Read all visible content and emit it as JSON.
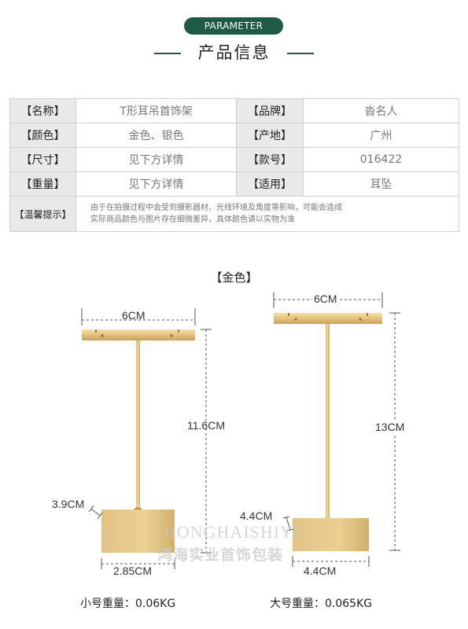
{
  "header": {
    "badge": "PARAMETER",
    "title": "产品信息",
    "accent_color": "#1e5a44"
  },
  "params": {
    "rows": [
      {
        "label1": "【名称】",
        "value1": "T形耳吊首饰架",
        "label2": "【品牌】",
        "value2": "沓名人"
      },
      {
        "label1": "【颜色】",
        "value1": "金色、银色",
        "label2": "【产地】",
        "value2": "广州"
      },
      {
        "label1": "【尺寸】",
        "value1": "见下方详情",
        "label2": "【款号】",
        "value2": "016422"
      },
      {
        "label1": "【重量】",
        "value1": "见下方详情",
        "label2": "【适用】",
        "value2": "耳坠"
      }
    ],
    "tip": {
      "label": "【温馨提示】",
      "line1": "由于在拍摄过程中会受到摄影器材、光线环境及角度等影响，可能会造成",
      "line2": "实际商品颜色与图片存在细微差异，具体颜色请以实物为准"
    }
  },
  "section_title": "【金色】",
  "small_stand": {
    "bar_width": "6CM",
    "height": "11.6CM",
    "base_height": "3.9CM",
    "base_width": "2.85CM",
    "weight": "小号重量：0.06KG"
  },
  "large_stand": {
    "bar_width": "6CM",
    "height": "13CM",
    "base_height": "4.4CM",
    "base_width": "4.4CM",
    "weight": "大号重量：0.065KG"
  },
  "watermark": {
    "line1": "HONGHAISHIYE",
    "line2": "鸿海实业首饰包装"
  }
}
